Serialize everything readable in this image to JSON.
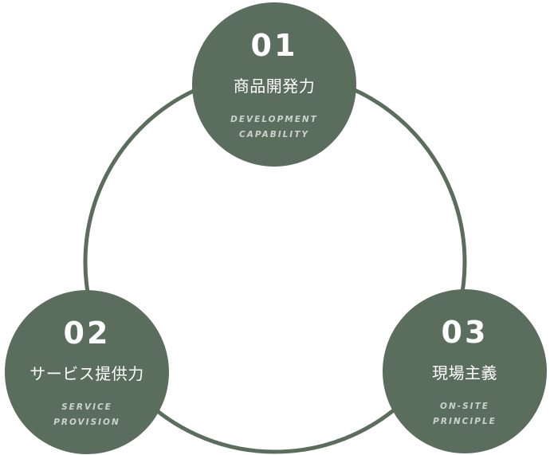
{
  "colors": {
    "node_fill": "#5b6e5e",
    "ring_stroke": "#5b6e5e",
    "text": "#ffffff",
    "subtext": "#c9d3cb"
  },
  "nodes": [
    {
      "number": "01",
      "title": "商品開発力",
      "subtitle_line1": "DEVELOPMENT",
      "subtitle_line2": "CAPABILITY"
    },
    {
      "number": "02",
      "title": "サービス提供力",
      "subtitle_line1": "SERVICE",
      "subtitle_line2": "PROVISION"
    },
    {
      "number": "03",
      "title": "現場主義",
      "subtitle_line1": "ON-SITE",
      "subtitle_line2": "PRINCIPLE"
    }
  ]
}
